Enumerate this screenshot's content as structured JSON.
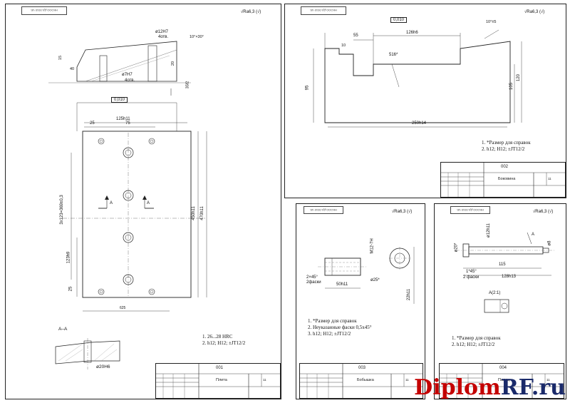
{
  "sheets": {
    "plate": {
      "stamp_code": "НКООО.ДХ.0010 ЧБ",
      "roughness": "Ra6,3",
      "dims": {
        "hole_upper": "ø12H7",
        "hole_upper_count": "4отв.",
        "angle": "10°×30°",
        "hole_lower": "ø7H7",
        "hole_lower_count": "4отв.",
        "left_h": "15",
        "height_40": "40",
        "height_20": "20",
        "width_35": "35f2",
        "flatness": "0,010",
        "width_125": "125h11",
        "off_25": "25",
        "off_75": "75",
        "vert_long": "3x123=369±0,3",
        "vert_mid": "123h9",
        "vert_bot": "25",
        "right_450": "450h11",
        "right_470": "470h11",
        "bottom_w": "625",
        "section_a": "А",
        "section_label": "А–А",
        "bore": "ø20H6"
      },
      "notes": [
        "1. 26...28 HRC",
        "2. h12; H12; ±JT12/2"
      ],
      "tb_code": "001",
      "tb_name": "Плита",
      "tb_sheets": "11"
    },
    "side": {
      "stamp_code": "НКООО.ДХ.0010 ЧБ",
      "roughness": "Ra6,3",
      "dims": {
        "flatness": "0,010",
        "d55": "55",
        "d126": "126h6",
        "angle": "10°±5",
        "d10": "10",
        "d516": "516*",
        "d95": "95",
        "d105": "105",
        "d120": "120",
        "d250": "250h14"
      },
      "notes": [
        "1. *Размер для справок",
        "2. h12; H12; ±JT12/2"
      ],
      "tb_code": "002",
      "tb_name": "Боковина",
      "tb_sheets": "11"
    },
    "bush": {
      "stamp_code": "НКООО.ДХ.0010 ЧБ",
      "roughness": "Ra6,3",
      "dims": {
        "chamfer": "2×45°",
        "chamfer_count": "2фаски",
        "len": "50h11",
        "thread": "M12-7H",
        "d25": "ø25*",
        "d22": "22h11"
      },
      "notes": [
        "1. *Размер для справок",
        "2. Неуказанные фаски 0,5x45°",
        "3. h12; H12; ±JT12/2"
      ],
      "tb_code": "003",
      "tb_name": "Бобышка",
      "tb_sheets": "11"
    },
    "axis": {
      "stamp_code": "НКООО.ДХ.0010 ЧБ",
      "roughness": "Ra6,3",
      "dims": {
        "d12": "ø12h11",
        "d20": "ø20*",
        "d115": "115",
        "d128": "128h13",
        "chamfer": "1*45°",
        "chamfer_count": "2 фаски",
        "d8": "ø8",
        "section_a": "А",
        "view_a": "А(2:1)"
      },
      "notes": [
        "1. *Размер для справок",
        "2. h12; H12; ±JT12/2"
      ],
      "tb_code": "004",
      "tb_name": "Палец",
      "tb_sheets": "11"
    }
  },
  "watermark": {
    "part_a": "Diplom",
    "part_b": "RF.ru"
  }
}
